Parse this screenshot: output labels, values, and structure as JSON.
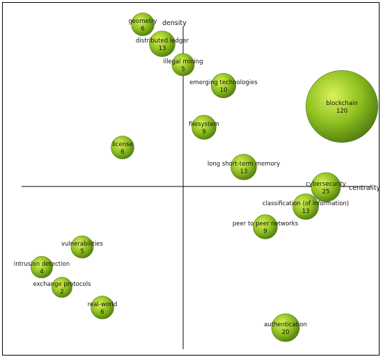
{
  "chart_data": {
    "type": "scatter",
    "xlabel": "centrality",
    "ylabel": "density",
    "x_range": [
      -250,
      300
    ],
    "y_range": [
      -250,
      250
    ],
    "bubble_color": "#8fbf1f",
    "bubble_highlight": "#d9f25a",
    "bubble_shadow": "#4e7a10",
    "points": [
      {
        "label": "geometry",
        "value": "6",
        "x": -58,
        "y": 233,
        "size": 6
      },
      {
        "label": "distributed ledger",
        "value": "13",
        "x": -30,
        "y": 205,
        "size": 13
      },
      {
        "label": "illegal mining",
        "value": "5",
        "x": 0,
        "y": 175,
        "size": 5
      },
      {
        "label": "emerging technologies",
        "value": "10",
        "x": 58,
        "y": 145,
        "size": 10
      },
      {
        "label": "blockchain",
        "value": "120",
        "x": 228,
        "y": 115,
        "size": 120
      },
      {
        "label": "filesystem",
        "value": "9",
        "x": 30,
        "y": 85,
        "size": 9
      },
      {
        "label": "license",
        "value": "6",
        "x": -87,
        "y": 56,
        "size": 6
      },
      {
        "label": "long short-term memory",
        "value": "13",
        "x": 87,
        "y": 28,
        "size": 13
      },
      {
        "label": "cybersecurity",
        "value": "25",
        "x": 205,
        "y": -1,
        "size": 25
      },
      {
        "label": "classification (of information)",
        "value": "13",
        "x": 176,
        "y": -29,
        "size": 13
      },
      {
        "label": "peer to peer networks",
        "value": "9",
        "x": 118,
        "y": -58,
        "size": 9
      },
      {
        "label": "vulnerabilities",
        "value": "5",
        "x": -145,
        "y": -87,
        "size": 5
      },
      {
        "label": "intrusion detection",
        "value": "4",
        "x": -203,
        "y": -116,
        "size": 4
      },
      {
        "label": "exchange protocols",
        "value": "2",
        "x": -174,
        "y": -145,
        "size": 2
      },
      {
        "label": "real-world",
        "value": "6",
        "x": -116,
        "y": -174,
        "size": 6
      },
      {
        "label": "authentication",
        "value": "20",
        "x": 147,
        "y": -203,
        "size": 20
      }
    ]
  }
}
